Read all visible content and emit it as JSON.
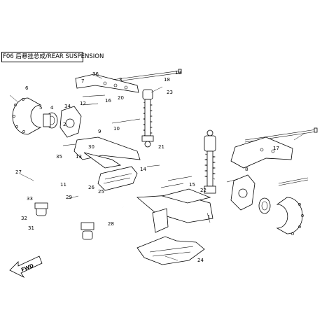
{
  "header": {
    "code": "F06",
    "title_cn": "后悬挂总成",
    "separator": "/",
    "title_en": "REAR SUSPENSION"
  },
  "badge": {
    "fwd_label": "FWD"
  },
  "callouts": [
    "1",
    "2",
    "3",
    "4",
    "5",
    "6",
    "7",
    "8",
    "9",
    "10",
    "11",
    "12",
    "13",
    "14",
    "15",
    "16",
    "17",
    "18",
    "19",
    "20",
    "21",
    "22",
    "23",
    "24",
    "25",
    "26",
    "27",
    "28",
    "29",
    "30",
    "31",
    "32",
    "33",
    "34",
    "35",
    "36"
  ]
}
